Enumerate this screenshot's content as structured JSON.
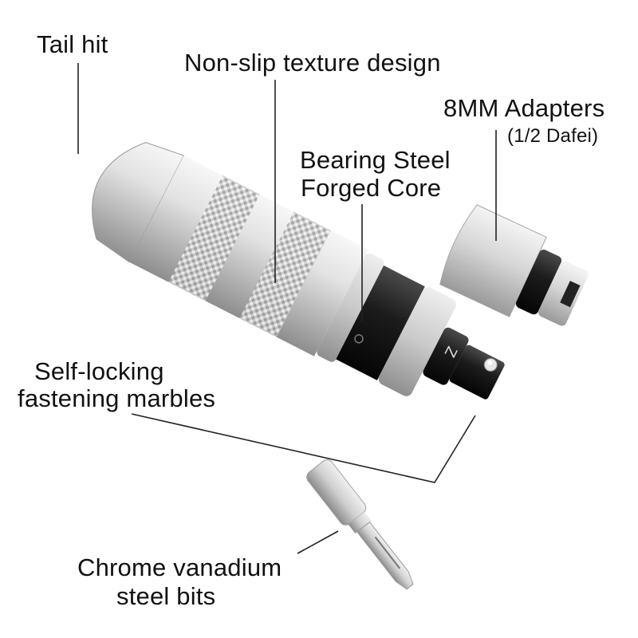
{
  "labels": {
    "tail_hit": "Tail hit",
    "non_slip": "Non-slip texture design",
    "adapters_title": "8MM Adapters",
    "adapters_sub": "(1/2 Dafei)",
    "bearing_line1": "Bearing Steel",
    "bearing_line2": "Forged Core",
    "self_locking_line1": "Self-locking",
    "self_locking_line2": "fastening marbles",
    "chrome_line1": "Chrome vanadium",
    "chrome_line2": "steel bits"
  },
  "colors": {
    "silver_light": "#f2f2f2",
    "silver_mid": "#c4c4c4",
    "silver_dark": "#8a8a8a",
    "black_core": "#1a1a1a",
    "text": "#111111"
  }
}
